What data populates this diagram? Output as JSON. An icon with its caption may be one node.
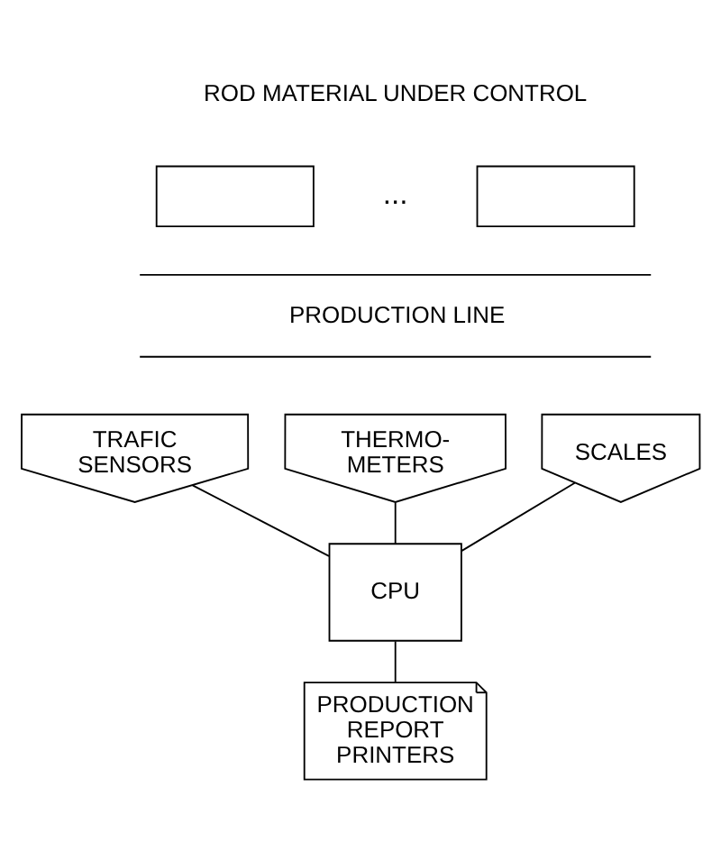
{
  "diagram": {
    "nodes": [
      {
        "text": [],
        "shape": "box"
      },
      {
        "text": [],
        "shape": "box"
      },
      {
        "text": [
          "TRAFIC SENSORS"
        ]
      },
      {
        "text": [
          "THERMO- METERS"
        ]
      },
      {
        "text": [
          "SCALES"
        ]
      },
      {
        "text": [
          "CPU"
        ]
      },
      {
        "text": [
          "PRODUCTION REPORT PRINTERS"
        ]
      }
    ],
    "edges": [
      {
        "from": 2,
        "to": 5,
        "arrow": "none"
      },
      {
        "from": 3,
        "to": 5,
        "arrow": "none"
      },
      {
        "from": 4,
        "to": 5,
        "arrow": "none"
      },
      {
        "from": 5,
        "to": 6,
        "arrow": "none"
      }
    ],
    "labels": [
      "ROD MATERIAL UNDER CONTROL",
      "...",
      "PRODUCTION LINE"
    ]
  }
}
